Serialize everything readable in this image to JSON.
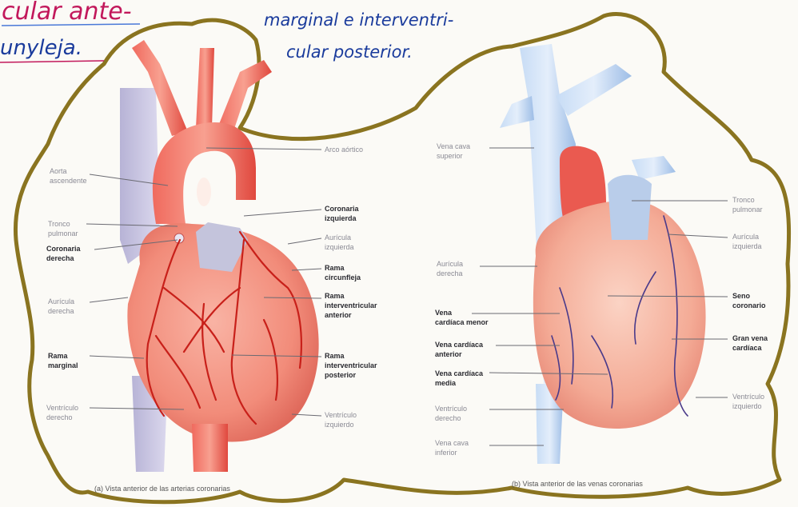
{
  "handwriting": {
    "top_left_line1": "cular ante-",
    "top_left_line2": "unyleja.",
    "top_center_line1": "marginal e interventri-",
    "top_center_line2": "cular posterior."
  },
  "panel_a": {
    "caption": "(a) Vista anterior de las arterias coronarias",
    "labels": {
      "arco_aortico": "Arco aórtico",
      "aorta_asc_1": "Aorta",
      "aorta_asc_2": "ascendente",
      "tronco_pulm_1": "Tronco",
      "tronco_pulm_2": "pulmonar",
      "coronaria_der_1": "Coronaria",
      "coronaria_der_2": "derecha",
      "auricula_der_1": "Aurícula",
      "auricula_der_2": "derecha",
      "rama_marginal_1": "Rama",
      "rama_marginal_2": "marginal",
      "ventriculo_der_1": "Ventrículo",
      "ventriculo_der_2": "derecho",
      "coronaria_izq_1": "Coronaria",
      "coronaria_izq_2": "izquierda",
      "auricula_izq_1": "Aurícula",
      "auricula_izq_2": "izquierda",
      "rama_circ_1": "Rama",
      "rama_circ_2": "circunfleja",
      "rama_iva_1": "Rama",
      "rama_iva_2": "interventricular",
      "rama_iva_3": "anterior",
      "rama_ivp_1": "Rama",
      "rama_ivp_2": "interventricular",
      "rama_ivp_3": "posterior",
      "ventriculo_izq_1": "Ventrículo",
      "ventriculo_izq_2": "izquierdo"
    }
  },
  "panel_b": {
    "caption": "(b) Vista anterior de las venas coronarias",
    "labels": {
      "vcs_1": "Vena cava",
      "vcs_2": "superior",
      "auricula_der_1": "Aurícula",
      "auricula_der_2": "derecha",
      "vcm_1": "Vena",
      "vcm_2": "cardíaca menor",
      "vca_1": "Vena cardíaca",
      "vca_2": "anterior",
      "vcmed_1": "Vena cardíaca",
      "vcmed_2": "media",
      "ventriculo_der_1": "Ventrículo",
      "ventriculo_der_2": "derecho",
      "vci_1": "Vena cava",
      "vci_2": "inferior",
      "tronco_pulm_1": "Tronco",
      "tronco_pulm_2": "pulmonar",
      "auricula_izq_1": "Aurícula",
      "auricula_izq_2": "izquierda",
      "seno_1": "Seno",
      "seno_2": "coronario",
      "gvc_1": "Gran vena",
      "gvc_2": "cardíaca",
      "ventriculo_izq_1": "Ventrículo",
      "ventriculo_izq_2": "izquierdo"
    }
  },
  "colors": {
    "outline": "#8a7420",
    "artery": "#e8463e",
    "vein": "#a8c8ee",
    "ink_pink": "#c2185b",
    "ink_blue": "#1a3b9c"
  }
}
